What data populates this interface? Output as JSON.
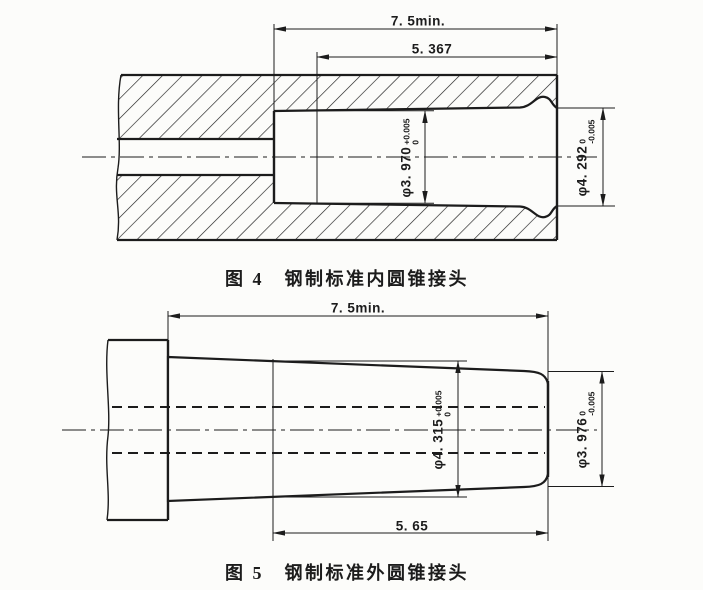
{
  "colors": {
    "ink": "#1c1c1c",
    "paper": "#fcfcfa"
  },
  "figure4": {
    "caption": "图 4　钢制标准内圆锥接头",
    "dim_total_length": "7. 5min.",
    "dim_gauge_length": "5. 367",
    "dim_small_dia": {
      "value": "φ3. 970",
      "tol_top": "+0.005",
      "tol_bottom": "0"
    },
    "dim_mouth_dia": {
      "value": "φ4. 292",
      "tol_top": "0",
      "tol_bottom": "-0.005"
    }
  },
  "figure5": {
    "caption": "图 5　钢制标准外圆锥接头",
    "dim_total_length": "7. 5min.",
    "dim_gauge_length": "5. 65",
    "dim_gauge_dia": {
      "value": "φ4. 315",
      "tol_top": "+0.005",
      "tol_bottom": "0"
    },
    "dim_tip_dia": {
      "value": "φ3. 976",
      "tol_top": "0",
      "tol_bottom": "-0.005"
    }
  }
}
